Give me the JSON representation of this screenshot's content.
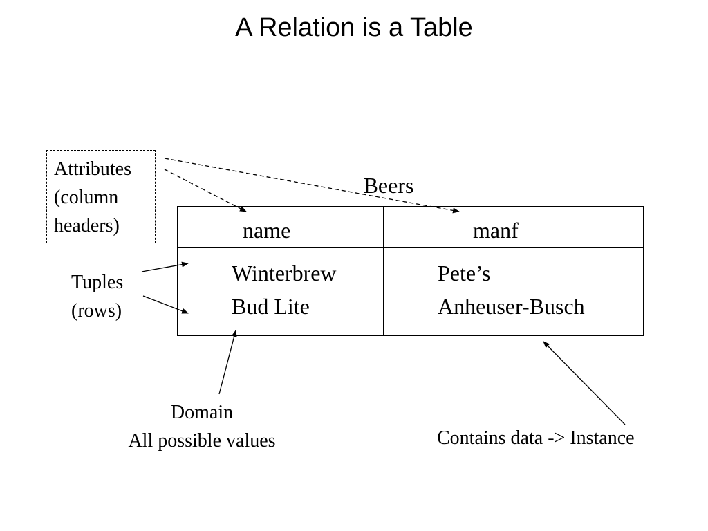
{
  "title": "A Relation is a Table",
  "table": {
    "name": "Beers",
    "headers": [
      "name",
      "manf"
    ],
    "rows": [
      [
        "Winterbrew",
        "Pete’s"
      ],
      [
        "Bud Lite",
        "Anheuser-Busch"
      ]
    ]
  },
  "callouts": {
    "attributes": [
      "Attributes",
      "(column",
      "headers)"
    ],
    "tuples": [
      "Tuples",
      "(rows)"
    ],
    "domain": [
      "Domain",
      "All possible values"
    ],
    "instance": "Contains data -> Instance"
  }
}
